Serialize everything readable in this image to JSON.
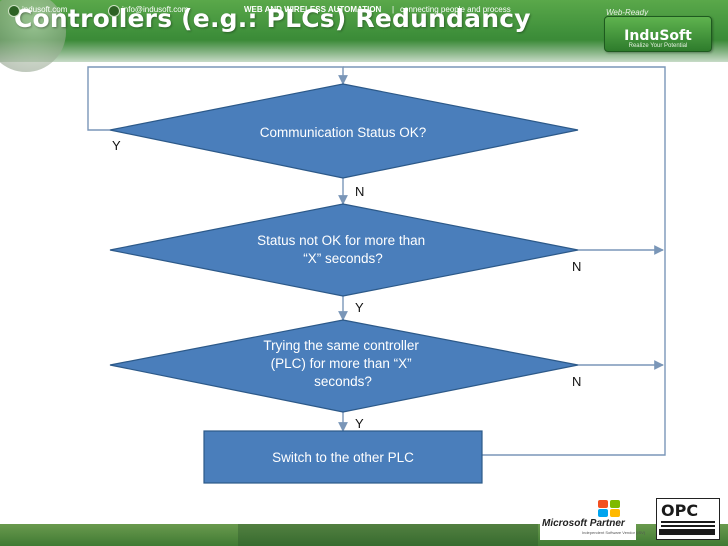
{
  "slide": {
    "title": "Controllers (e.g.: PLCs) Redundancy",
    "logo": {
      "top": "Web-Ready",
      "name": "InduSoft",
      "slogan": "Realize Your Potential"
    }
  },
  "flowchart": {
    "decisions": [
      {
        "id": "d1",
        "lines": [
          "Communication Status OK?"
        ]
      },
      {
        "id": "d2",
        "lines": [
          "Status not OK for more than",
          "“X” seconds?"
        ]
      },
      {
        "id": "d3",
        "lines": [
          "Trying the same controller",
          "(PLC) for more than “X”",
          "seconds?"
        ]
      }
    ],
    "process": {
      "id": "p1",
      "label": "Switch to the other PLC"
    },
    "edge_labels": {
      "d1_left": "Y",
      "d1_down": "N",
      "d2_down": "Y",
      "d2_right": "N",
      "d3_down": "Y",
      "d3_right": "N"
    },
    "colors": {
      "fill": "#4a7ebb",
      "stroke": "#2c5989",
      "line": "#7a96b8"
    }
  },
  "footer": {
    "website": "indusoft.com",
    "email": "info@indusoft.com",
    "tagline_bold": "WEB AND WIRELESS AUTOMATION",
    "separator": "|",
    "tagline": "connecting people and process"
  },
  "partners": {
    "microsoft": {
      "main": "Microsoft Partner",
      "sub": "Independent Software Vendor (ISV)"
    },
    "opc": {
      "main": "OPC"
    }
  }
}
